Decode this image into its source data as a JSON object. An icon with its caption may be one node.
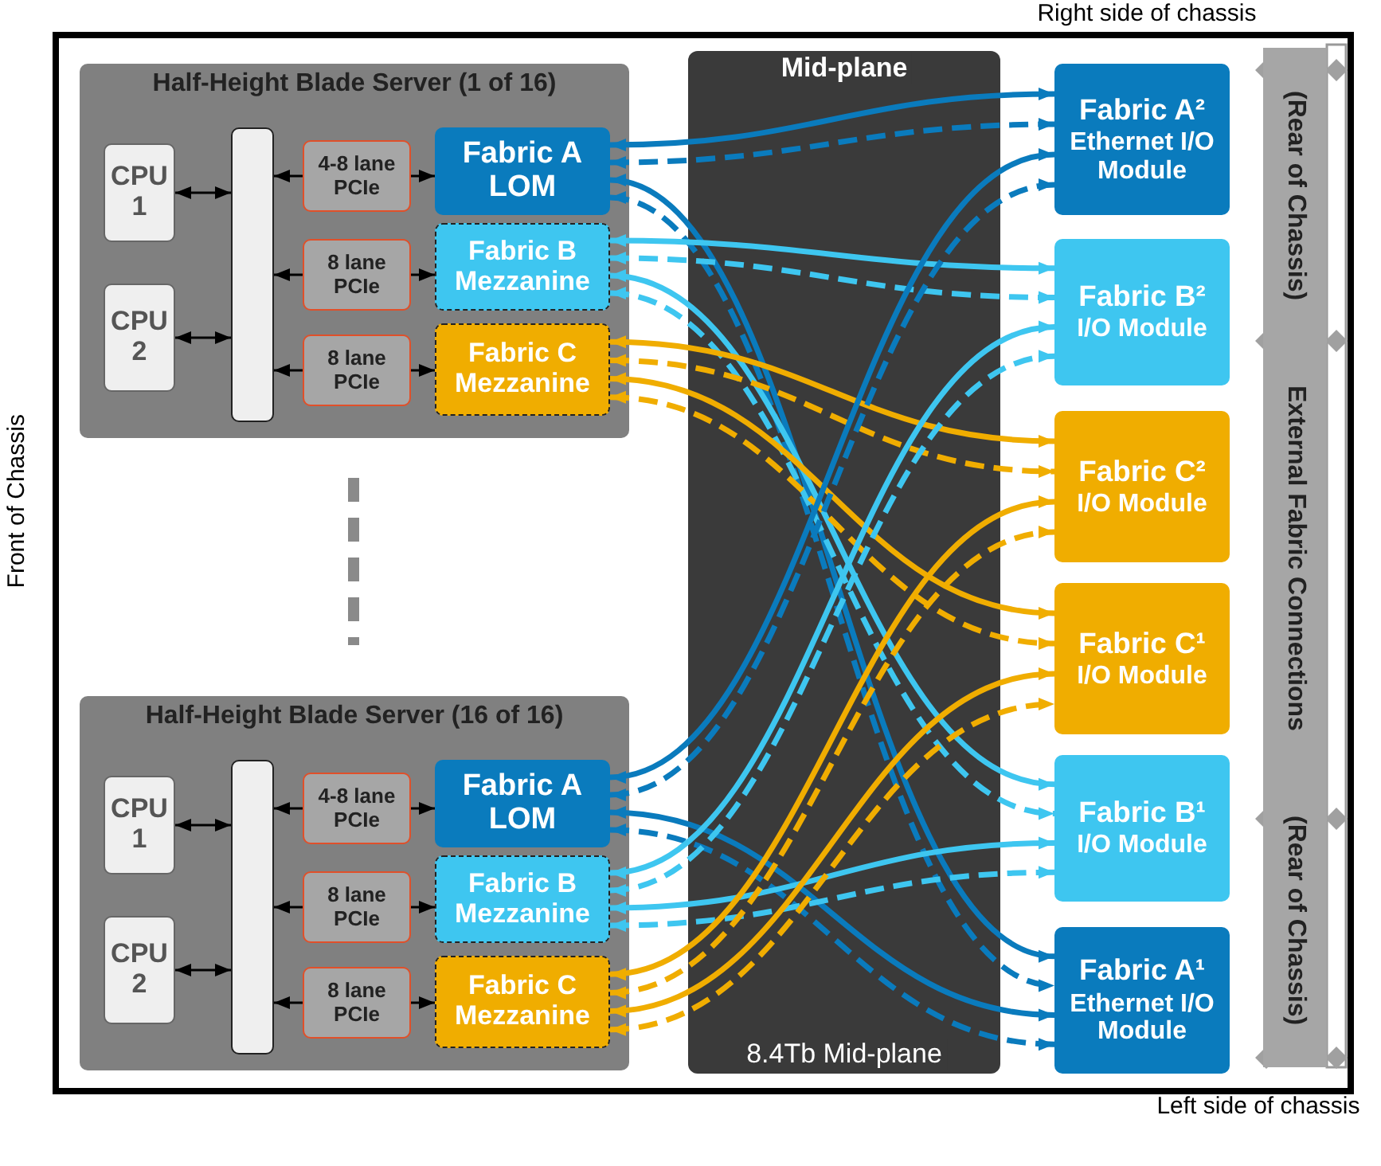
{
  "diagram": {
    "nodes": [
      {
        "text": [
          "Half-Height Blade Server (1 of 16)"
        ]
      },
      {
        "text": [
          "CPU 1"
        ],
        "in": 0
      },
      {
        "text": [
          "CPU 2"
        ],
        "in": 0
      },
      {
        "text": [],
        "shape": "bar",
        "in": 0
      },
      {
        "text": [
          "4-8 lane PCIe"
        ],
        "in": 0
      },
      {
        "text": [
          "8 lane PCIe"
        ],
        "in": 0
      },
      {
        "text": [
          "8 lane PCIe"
        ],
        "in": 0
      },
      {
        "text": [
          "Fabric A LOM"
        ],
        "in": 0
      },
      {
        "text": [
          "Fabric B Mezzanine"
        ],
        "in": 0
      },
      {
        "text": [
          "Fabric C Mezzanine"
        ],
        "in": 0
      },
      {
        "text": [
          "Half-Height Blade Server (16 of 16)"
        ]
      },
      {
        "text": [
          "CPU 1"
        ],
        "in": 10
      },
      {
        "text": [
          "CPU 2"
        ],
        "in": 10
      },
      {
        "text": [],
        "shape": "bar",
        "in": 10
      },
      {
        "text": [
          "4-8 lane PCIe"
        ],
        "in": 10
      },
      {
        "text": [
          "8 lane PCIe"
        ],
        "in": 10
      },
      {
        "text": [
          "8 lane PCIe"
        ],
        "in": 10
      },
      {
        "text": [
          "Fabric A LOM"
        ],
        "in": 10
      },
      {
        "text": [
          "Fabric B Mezzanine"
        ],
        "in": 10
      },
      {
        "text": [
          "Fabric C Mezzanine"
        ],
        "in": 10
      },
      {
        "text": [
          "Fabric A²",
          "Ethernet I/O Module"
        ]
      },
      {
        "text": [
          "Fabric B²",
          "I/O Module"
        ]
      },
      {
        "text": [
          "Fabric C²",
          "I/O Module"
        ]
      },
      {
        "text": [
          "Fabric C¹",
          "I/O Module"
        ]
      },
      {
        "text": [
          "Fabric B¹",
          "I/O Module"
        ]
      },
      {
        "text": [
          "Fabric A¹",
          "Ethernet I/O Module"
        ]
      },
      {
        "text": [
          "(Rear of Chassis)",
          "External Fabric Connections",
          "(Rear of Chassis)"
        ]
      }
    ],
    "edges": [
      {
        "from": 1,
        "to": 3,
        "arrow": "both"
      },
      {
        "from": 2,
        "to": 3,
        "arrow": "both"
      },
      {
        "from": 4,
        "to": 3,
        "arrow": "to"
      },
      {
        "from": 5,
        "to": 3,
        "arrow": "to"
      },
      {
        "from": 6,
        "to": 3,
        "arrow": "to"
      },
      {
        "from": 4,
        "to": 7,
        "arrow": "to"
      },
      {
        "from": 5,
        "to": 8,
        "arrow": "to"
      },
      {
        "from": 6,
        "to": 9,
        "arrow": "to"
      },
      {
        "from": 11,
        "to": 13,
        "arrow": "both"
      },
      {
        "from": 12,
        "to": 13,
        "arrow": "both"
      },
      {
        "from": 14,
        "to": 13,
        "arrow": "to"
      },
      {
        "from": 15,
        "to": 13,
        "arrow": "to"
      },
      {
        "from": 16,
        "to": 13,
        "arrow": "to"
      },
      {
        "from": 14,
        "to": 17,
        "arrow": "to"
      },
      {
        "from": 15,
        "to": 18,
        "arrow": "to"
      },
      {
        "from": 16,
        "to": 19,
        "arrow": "to"
      },
      {
        "from": 7,
        "to": 20,
        "arrow": "both",
        "color": "#0a7bbd"
      },
      {
        "from": 7,
        "to": 20,
        "arrow": "both",
        "style": "dashed",
        "color": "#0a7bbd"
      },
      {
        "from": 7,
        "to": 25,
        "arrow": "both",
        "color": "#0a7bbd"
      },
      {
        "from": 7,
        "to": 25,
        "arrow": "both",
        "style": "dashed",
        "color": "#0a7bbd"
      },
      {
        "from": 8,
        "to": 21,
        "arrow": "both",
        "color": "#3ec6f0"
      },
      {
        "from": 8,
        "to": 21,
        "arrow": "both",
        "style": "dashed",
        "color": "#3ec6f0"
      },
      {
        "from": 8,
        "to": 24,
        "arrow": "both",
        "color": "#3ec6f0"
      },
      {
        "from": 8,
        "to": 24,
        "arrow": "both",
        "style": "dashed",
        "color": "#3ec6f0"
      },
      {
        "from": 9,
        "to": 22,
        "arrow": "both",
        "color": "#f0ad00"
      },
      {
        "from": 9,
        "to": 22,
        "arrow": "both",
        "style": "dashed",
        "color": "#f0ad00"
      },
      {
        "from": 9,
        "to": 23,
        "arrow": "both",
        "color": "#f0ad00"
      },
      {
        "from": 9,
        "to": 23,
        "arrow": "both",
        "style": "dashed",
        "color": "#f0ad00"
      },
      {
        "from": 17,
        "to": 20,
        "arrow": "both",
        "color": "#0a7bbd"
      },
      {
        "from": 17,
        "to": 20,
        "arrow": "both",
        "style": "dashed",
        "color": "#0a7bbd"
      },
      {
        "from": 17,
        "to": 25,
        "arrow": "both",
        "color": "#0a7bbd"
      },
      {
        "from": 17,
        "to": 25,
        "arrow": "both",
        "style": "dashed",
        "color": "#0a7bbd"
      },
      {
        "from": 18,
        "to": 21,
        "arrow": "both",
        "color": "#3ec6f0"
      },
      {
        "from": 18,
        "to": 21,
        "arrow": "both",
        "style": "dashed",
        "color": "#3ec6f0"
      },
      {
        "from": 18,
        "to": 24,
        "arrow": "both",
        "color": "#3ec6f0"
      },
      {
        "from": 18,
        "to": 24,
        "arrow": "both",
        "style": "dashed",
        "color": "#3ec6f0"
      },
      {
        "from": 19,
        "to": 22,
        "arrow": "both",
        "color": "#f0ad00"
      },
      {
        "from": 19,
        "to": 22,
        "arrow": "both",
        "style": "dashed",
        "color": "#f0ad00"
      },
      {
        "from": 19,
        "to": 23,
        "arrow": "both",
        "color": "#f0ad00"
      },
      {
        "from": 19,
        "to": 23,
        "arrow": "both",
        "style": "dashed",
        "color": "#f0ad00"
      }
    ],
    "labels": [
      "Right side of chassis",
      "Mid-plane",
      "Front of Chassis",
      "8.4Tb Mid-plane",
      "Left side of chassis"
    ]
  }
}
